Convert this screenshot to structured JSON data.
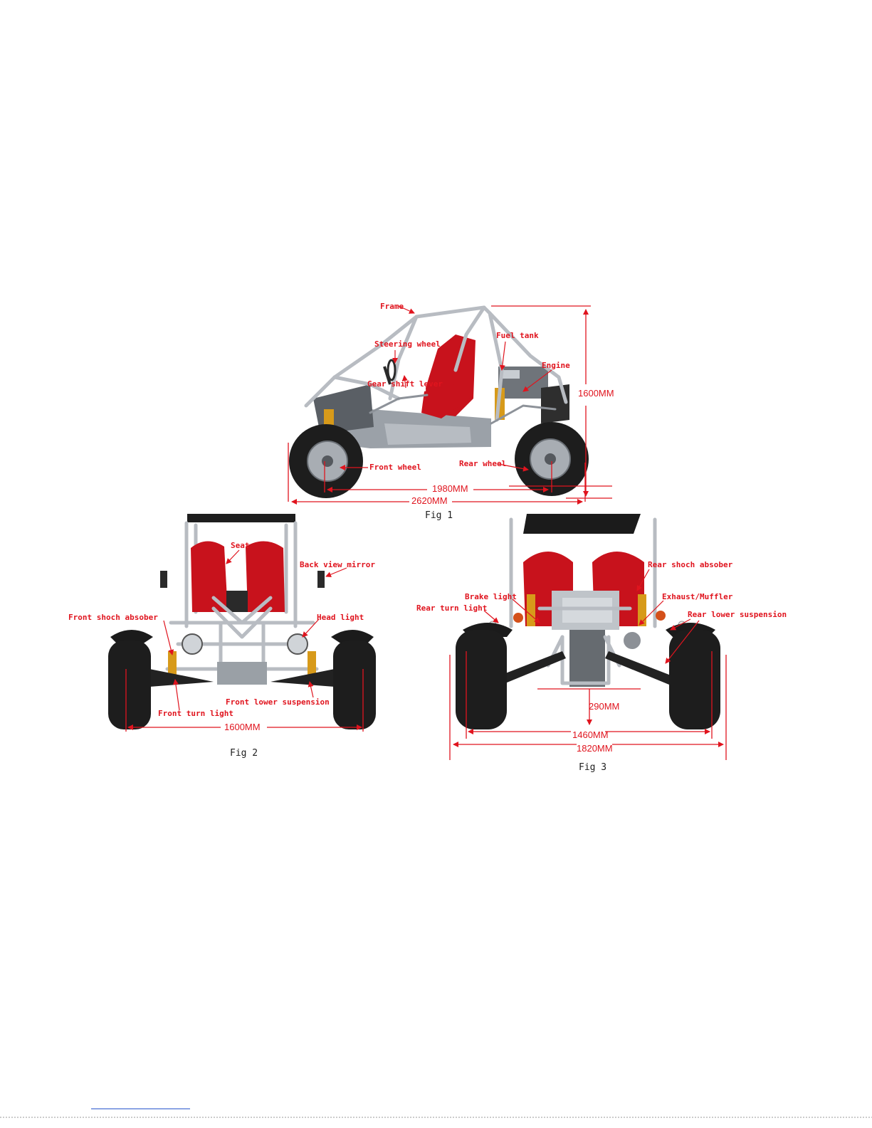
{
  "fig1": {
    "caption": "Fig 1",
    "labels": {
      "frame": "Frame",
      "steering_wheel": "Steering wheel",
      "fuel_tank": "Fuel tank",
      "engine": "Engine",
      "gear_shift_lever": "Gear shift lever",
      "front_wheel": "Front wheel",
      "rear_wheel": "Rear wheel"
    },
    "dimensions": {
      "height": "1600MM",
      "wheelbase": "1980MM",
      "length": "2620MM"
    }
  },
  "fig2": {
    "caption": "Fig 2",
    "labels": {
      "seat": "Seat",
      "back_view_mirror": "Back view mirror",
      "front_shock_absorber": "Front shoch absober",
      "head_light": "Head light",
      "front_lower_suspension": "Front lower suspension",
      "front_turn_light": "Front turn light"
    },
    "dimensions": {
      "width": "1600MM"
    }
  },
  "fig3": {
    "caption": "Fig 3",
    "labels": {
      "rear_shock_absorber": "Rear shoch absober",
      "brake_light": "Brake light",
      "exhaust_muffler": "Exhaust/Muffler",
      "rear_turn_light": "Rear turn light",
      "rear_lower_suspension": "Rear lower suspension"
    },
    "dimensions": {
      "ground_clearance": "290MM",
      "track": "1460MM",
      "width": "1820MM"
    }
  },
  "colors": {
    "annotation": "#e0141e",
    "caption": "#202020",
    "background": "#ffffff"
  }
}
